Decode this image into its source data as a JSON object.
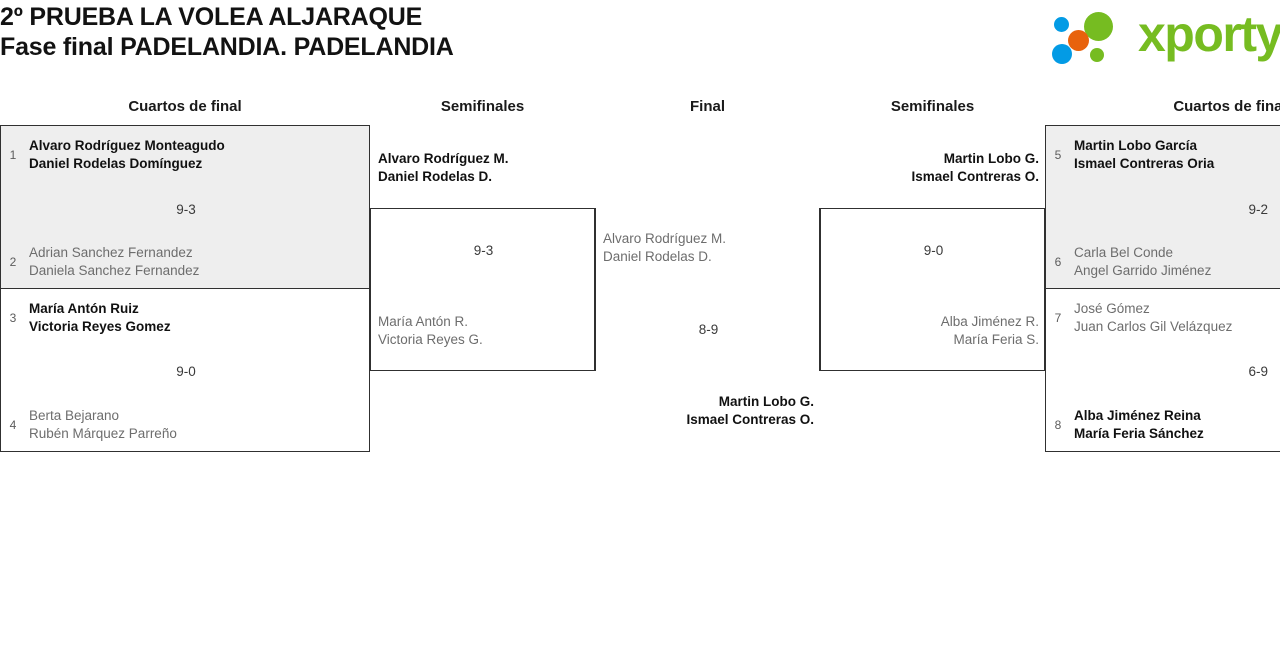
{
  "header": {
    "title_line1": "2º PRUEBA LA VOLEA ALJARAQUE",
    "title_line2": "Fase final PADELANDIA. PADELANDIA",
    "logo_text": "xporty",
    "logo_colors": {
      "green": "#76bc21",
      "blue": "#039be5",
      "orange": "#e8620c"
    }
  },
  "rounds": [
    {
      "id": "qf-left",
      "label": "Cuartos de final"
    },
    {
      "id": "sf-left",
      "label": "Semifinales"
    },
    {
      "id": "final",
      "label": "Final"
    },
    {
      "id": "sf-right",
      "label": "Semifinales"
    },
    {
      "id": "qf-right",
      "label": "Cuartos de final"
    }
  ],
  "matches": {
    "qf1": {
      "score": "9-3",
      "top": {
        "seed": "1",
        "p1": "Alvaro Rodríguez Monteagudo",
        "p2": "Daniel Rodelas Domínguez",
        "result": "win"
      },
      "bottom": {
        "seed": "2",
        "p1": "Adrian Sanchez Fernandez",
        "p2": "Daniela Sanchez Fernandez",
        "result": "lose"
      }
    },
    "qf2": {
      "score": "9-0",
      "top": {
        "seed": "3",
        "p1": "María Antón Ruiz",
        "p2": "Victoria Reyes Gomez",
        "result": "win"
      },
      "bottom": {
        "seed": "4",
        "p1": "Berta Bejarano",
        "p2": "Rubén Márquez Parreño",
        "result": "lose"
      }
    },
    "qf3": {
      "score": "9-2",
      "top": {
        "seed": "5",
        "p1": "Martin Lobo García",
        "p2": "Ismael Contreras Oria",
        "result": "win"
      },
      "bottom": {
        "seed": "6",
        "p1": "Carla Bel Conde",
        "p2": "Angel Garrido Jiménez",
        "result": "lose"
      }
    },
    "qf4": {
      "score": "6-9",
      "top": {
        "seed": "7",
        "p1": "José Gómez",
        "p2": "Juan Carlos Gil Velázquez",
        "result": "lose"
      },
      "bottom": {
        "seed": "8",
        "p1": "Alba Jiménez Reina",
        "p2": "María Feria Sánchez",
        "result": "win"
      }
    },
    "sf1": {
      "score": "9-3",
      "top": {
        "seed": "",
        "p1": "Alvaro Rodríguez M.",
        "p2": "Daniel Rodelas D.",
        "result": "win"
      },
      "bottom": {
        "seed": "",
        "p1": "María Antón R.",
        "p2": "Victoria Reyes G.",
        "result": "lose"
      }
    },
    "sf2": {
      "score": "9-0",
      "top": {
        "seed": "",
        "p1": "Martin Lobo G.",
        "p2": "Ismael Contreras O.",
        "result": "win"
      },
      "bottom": {
        "seed": "",
        "p1": "Alba Jiménez R.",
        "p2": "María Feria S.",
        "result": "lose"
      }
    },
    "final": {
      "score": "8-9",
      "top": {
        "seed": "",
        "p1": "Alvaro Rodríguez M.",
        "p2": "Daniel Rodelas D.",
        "result": "lose"
      },
      "bottom": {
        "seed": "",
        "p1": "Martin Lobo G.",
        "p2": "Ismael Contreras O.",
        "result": "win"
      }
    }
  }
}
